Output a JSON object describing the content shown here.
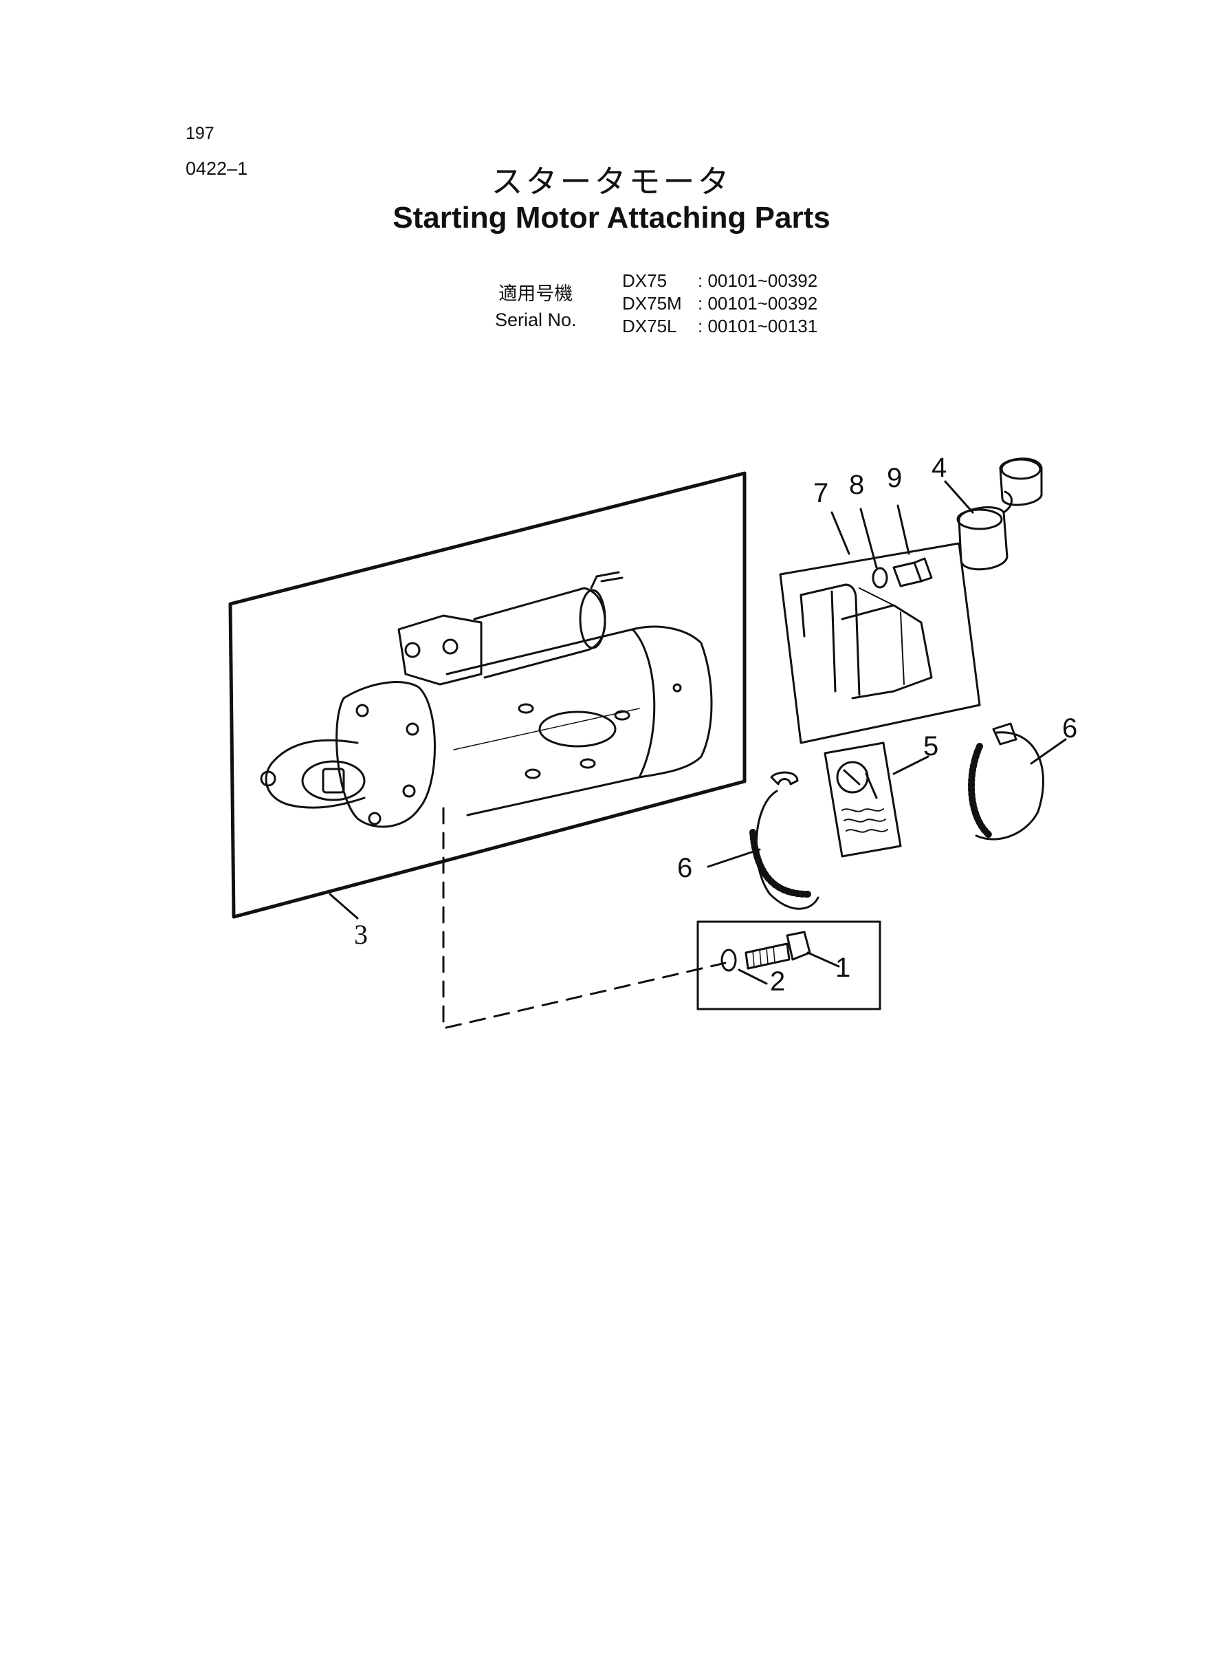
{
  "page_number": "197",
  "figure_number": "0422–1",
  "title_jp": "スタータモータ",
  "title_en": "Starting Motor Attaching Parts",
  "serial": {
    "label_jp": "適用号機",
    "label_en": "Serial No.",
    "rows": [
      {
        "model": "DX75",
        "range": ": 00101~00392"
      },
      {
        "model": "DX75M",
        "range": ": 00101~00392"
      },
      {
        "model": "DX75L",
        "range": ": 00101~00131"
      }
    ]
  },
  "callouts": {
    "c1": "1",
    "c2": "2",
    "c3": "3",
    "c4": "4",
    "c5": "5",
    "c6a": "6",
    "c6b": "6",
    "c7": "7",
    "c8": "8",
    "c9": "9"
  }
}
